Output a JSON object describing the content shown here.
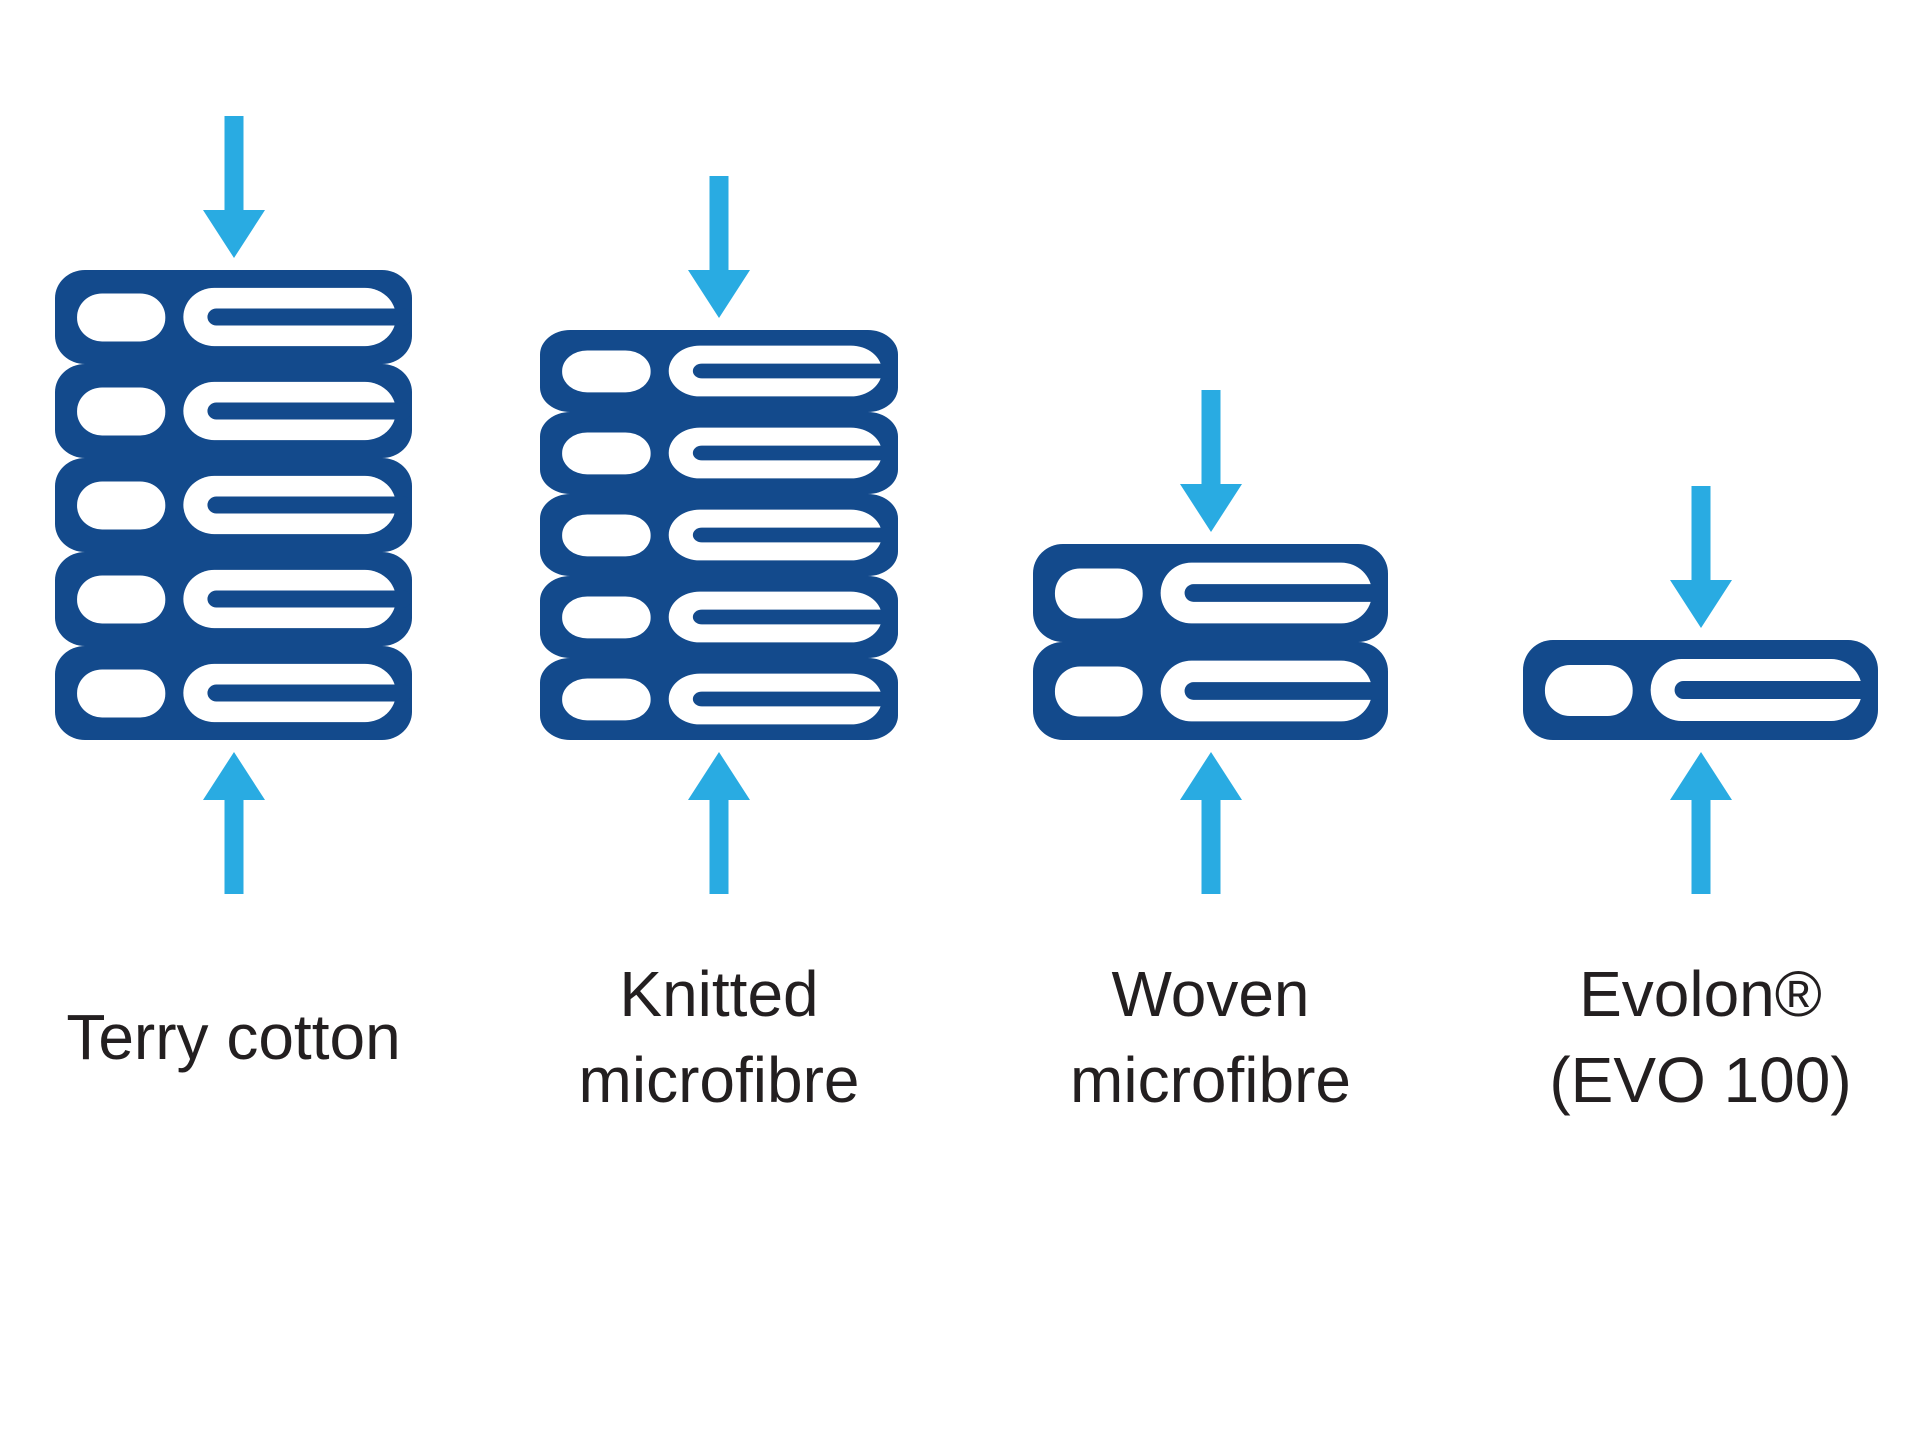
{
  "diagram_title": "",
  "columns": [
    {
      "id": "terry-cotton",
      "label_lines": [
        "Terry cotton"
      ],
      "towel_count": 5
    },
    {
      "id": "knitted-microfibre",
      "label_lines": [
        "Knitted",
        "microfibre"
      ],
      "towel_count": 5
    },
    {
      "id": "woven-microfibre",
      "label_lines": [
        "Woven",
        "microfibre"
      ],
      "towel_count": 2
    },
    {
      "id": "evolon-evo-100",
      "label_lines": [
        "Evolon®",
        "(EVO 100)"
      ],
      "towel_count": 1
    }
  ],
  "colors": {
    "towel_navy": "#134a8c",
    "arrow_cyan": "#29abe2",
    "label_text": "#231f20",
    "background": "#ffffff"
  },
  "icons": {
    "down_arrow": "compression-down-arrow",
    "up_arrow": "compression-up-arrow",
    "towel": "folded-towel"
  }
}
